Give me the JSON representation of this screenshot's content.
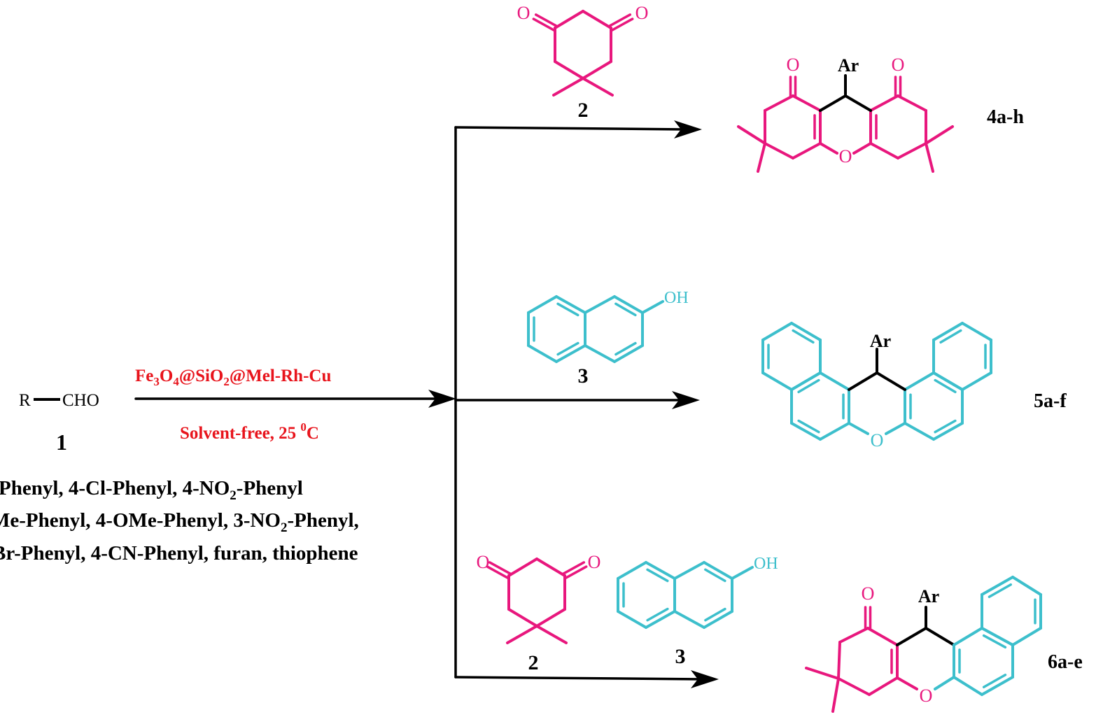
{
  "colors": {
    "pink": "#e8177d",
    "cyan": "#3dbfcc",
    "red": "#e8141c",
    "black": "#000000"
  },
  "reactant": {
    "r": "R",
    "cho": "CHO",
    "number": "1"
  },
  "conditions": {
    "catalyst_parts": [
      "Fe",
      "3",
      "O",
      "4",
      "@SiO",
      "2",
      "@Mel-Rh-Cu"
    ],
    "solvent_parts": [
      "Solvent-free, 25 ",
      "0",
      "C"
    ]
  },
  "substituents": {
    "line1": [
      "Phenyl, 4-Cl-Phenyl, 4-NO",
      "2",
      "-Phenyl"
    ],
    "line2": [
      "Me-Phenyl, 4-OMe-Phenyl, 3-NO",
      "2",
      "-Phenyl,"
    ],
    "line3": "Br-Phenyl, 4-CN-Phenyl, furan, thiophene"
  },
  "reagents": {
    "dimedone": {
      "number": "2",
      "oxygen": "O"
    },
    "naphthol": {
      "number": "3",
      "oh": "OH"
    }
  },
  "products": [
    {
      "label": "4a-h",
      "ar": "Ar",
      "oxygen": "O"
    },
    {
      "label": "5a-f",
      "ar": "Ar",
      "oxygen": "O"
    },
    {
      "label": "6a-e",
      "ar": "Ar",
      "oxygen": "O"
    }
  ]
}
